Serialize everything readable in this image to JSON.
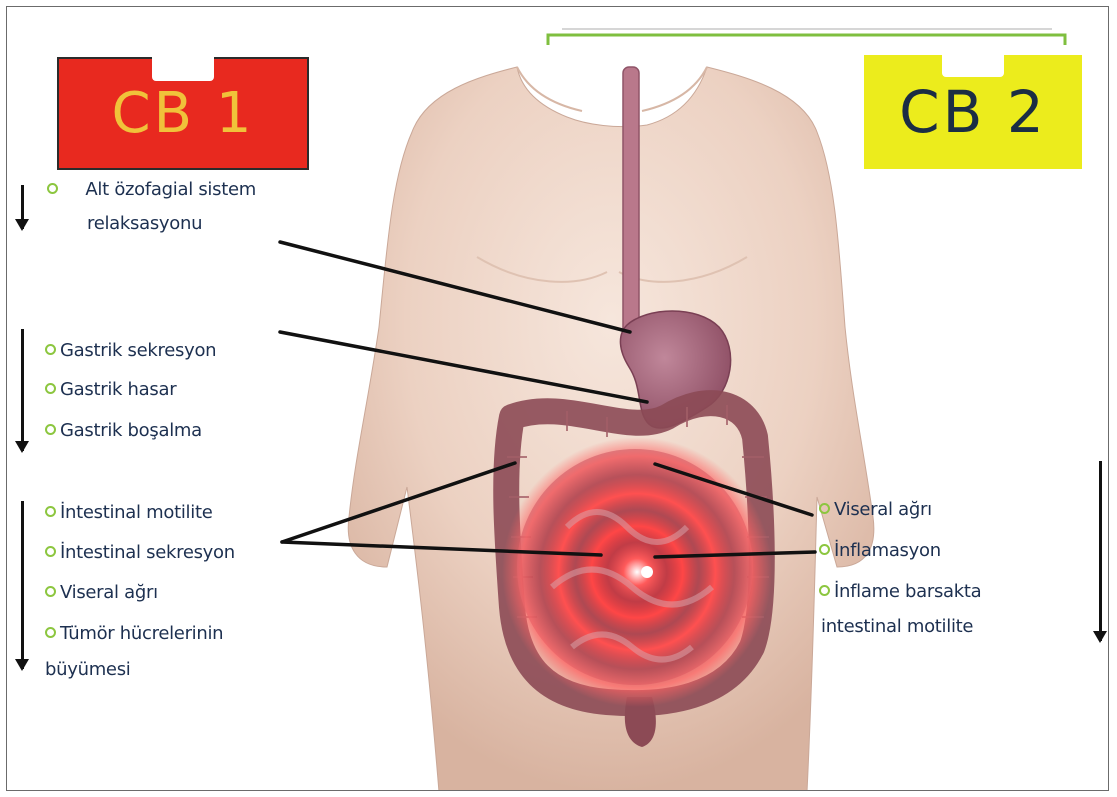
{
  "cb1": {
    "title": "CB 1",
    "group1": [
      "Alt özofagial sistem",
      "relaksasyonu"
    ],
    "group2": [
      "Gastrik sekresyon",
      "Gastrik hasar",
      "Gastrik boşalma"
    ],
    "group3": [
      "İntestinal motilite",
      "İntestinal sekresyon",
      "Viseral ağrı",
      "Tümör hücrelerinin",
      "büyümesi"
    ]
  },
  "cb2": {
    "title": "CB 2",
    "items": [
      "Viseral ağrı",
      "İnflamasyon",
      "İnflame barsakta",
      "intestinal motilite"
    ]
  },
  "colors": {
    "cb1_badge": "#e8291f",
    "cb1_text": "#f0c23a",
    "cb2_badge": "#ecec1c",
    "cb2_text": "#1b2d44",
    "bullet": "#8cc63f",
    "label_text": "#1d3050",
    "connector_line": "#111111",
    "bracket_line": "#7fbf3f"
  },
  "icons": {
    "bullet": "green-ring-bullet-icon",
    "arrow": "down-arrow-icon"
  }
}
